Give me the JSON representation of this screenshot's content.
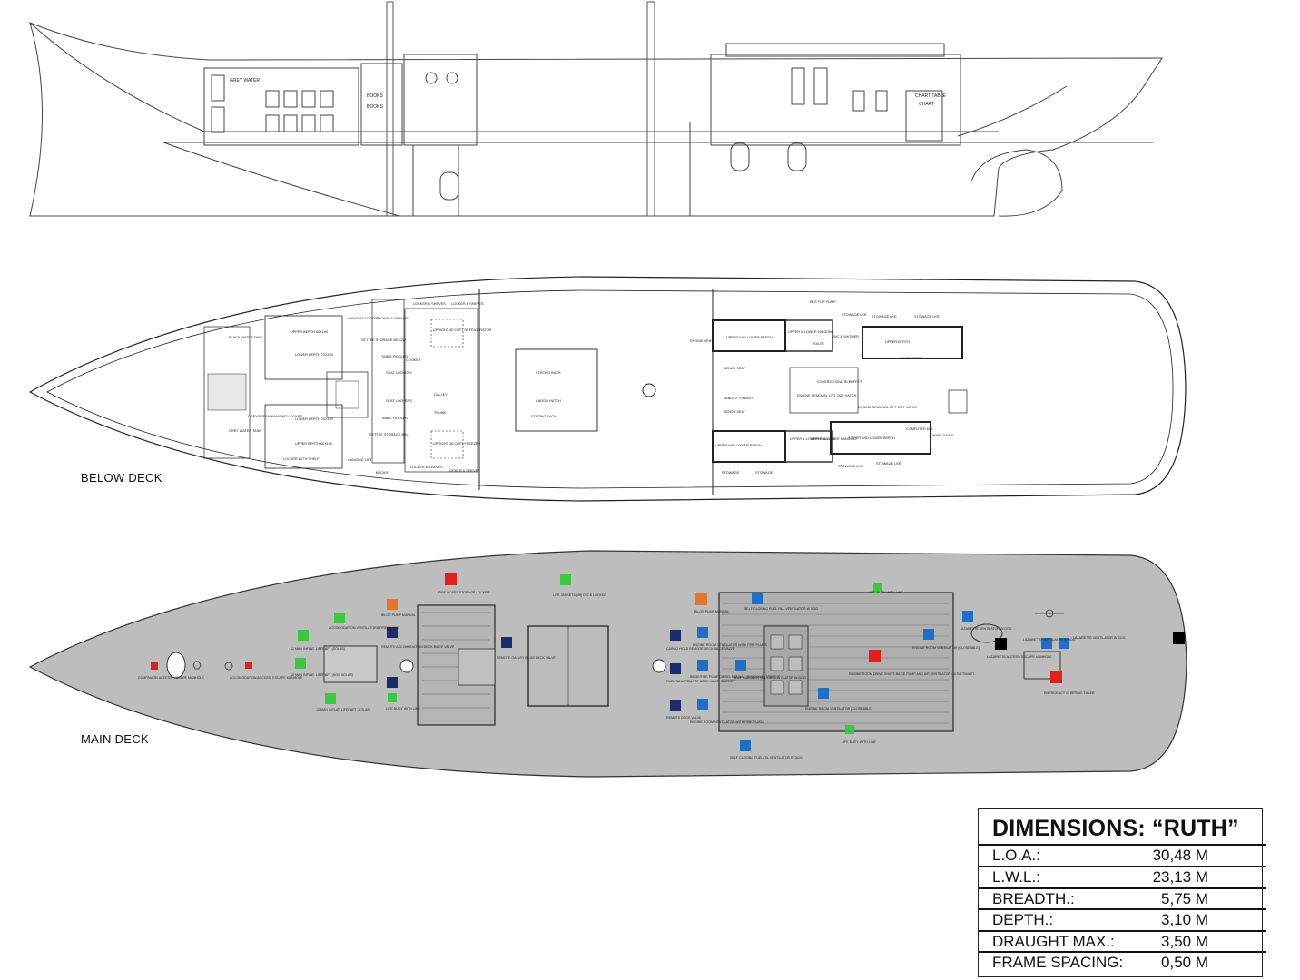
{
  "deck_labels": {
    "below_deck": "BELOW  DECK",
    "main_deck": "MAIN DECK"
  },
  "profile": {
    "labels": [
      "GREY WATER",
      "BOOKS",
      "BOOKS",
      "CHART TABLE",
      "CHART"
    ]
  },
  "below_deck": {
    "labels": [
      "LOCKER & SHEVES",
      "LOCKER & SHEVES",
      "HANGING LOCKER",
      "LOCKER & SHEVES",
      "UPPER BERTH 60X190",
      "SETTEE STORAGE BELOW",
      "TABLE FIDDLES",
      "LOWER BERTH 70X190",
      "SEAT LOCKERS",
      "SEAT LOCKERS",
      "TABLE FIDDLES",
      "SETTEE STORAGE BEL",
      "LOWER BERTH 70X190",
      "UPPER BERTH 60X190",
      "LOCKER WITH SHELF",
      "HANGING LKR",
      "BOOKS",
      "LOCKER & SHEVES",
      "LOCKER & SHEVES",
      "GALLEY",
      "TRUNK",
      "COOKER",
      "UPRIGHT 40 CUFT REFRIGERATOR",
      "UPRIGHT 40 CUFT FREEZER",
      "BLACK WATER TANK",
      "GREY WATER TANK",
      "GREY/FRESH HANGING LOCKER",
      "STRONG BACK",
      "CARGO HATCH",
      "STRONG BACK",
      "ENGINE VENT",
      "BES FOR PUMP",
      "STOWAGE LKR",
      "STOWAGE LKR",
      "STOWAGE LKR",
      "UPPER AND LOWER BERTH",
      "UPPER & LOWER HANGING",
      "TOILET",
      "WC & SHOWER",
      "UPPER BERTH",
      "LOWER BERTH",
      "BENCH SEAT",
      "TABLE 2\" FIDDLES",
      "BENCH SEAT",
      "COVERED SINK IN BUFFET",
      "ENGINE REMOVAL LIFT OUT HATCH",
      "ENGINE REMOVAL LIFT OUT HATCH",
      "UPPER AND LOWER BERTH",
      "UPPER & LOWER HANGING",
      "UPPER & LOWER HANGING",
      "UPPER AND LOWER BERTH",
      "CHART TABLE",
      "COMPUTER DEL",
      "STOWAGE",
      "STOWAGE",
      "STOWAGE LKR",
      "STOWAGE LKR"
    ]
  },
  "main_deck": {
    "labels": [
      "COMPANION ACCESS/ ESCAPE MANHOLE",
      "ACCOMODATION ACCESS/ ESCAPE MANHOLE",
      "ACCOMODATION VENTILATORS FIRE PLUGS",
      "12 MAN INFLAT. LIFERAFT (SOLAS)",
      "12 MAN INFLAT. LIFERAFT (NON SOLAS)",
      "12 MAN INFLAT. LIFERAFT (SOLAS)",
      "BILGE PUMP MANUAL",
      "REMOTE ACCOMODATION DECK BILGE VALVE",
      "LIFE BUOY WITH LINE",
      "FIRE HOSES STORAGE LOCKER",
      "LIFE JACKETS (40) DECK LOCKER",
      "REMOTE GALLEY BILGE DECK VALVE",
      "BILGE PUMP MANUAL",
      "CARGO HOLD REMOTE DECK BILGE VALVE",
      "FUEL TANK REMOTE DECK VALVE SHUTOFF",
      "REMOTE DECK VALVE",
      "ENGINE ROOM VENTILATOR WITH FIRE PLUGS",
      "BILGE/FIRE PUMP DIESEL MANUAL (SOLENOID) START 2\"",
      "ENGINE ROOM VENTILATOR WITH FIRE PLUGS",
      "SELF CLOSING FUEL FILL VENTILATOR W DOG",
      "SELF CLOSING FUEL OIL VENTILATOR W DOG",
      "ENGINE ROOM DRIVE SHAFT BILGE PUMP AND AIR VENTILATOR OUTLET/INLET",
      "ENGINE ROOM VENTILATOR (CLOSEABLE)",
      "ENGINE ROOM VENTILATOR (CLOSEABLE)",
      "LIFE BUOY WITH LINE",
      "LIFE BUOY WITH LINE",
      "SELF CLOSING FUEL OIL VENTILATOR W DOG",
      "LAZARETTE VENTILATOR W DOG",
      "LAZARETTE ACCESS/ ESCAPE MANHOLE",
      "LAZARETTE VENTILATOR W DOG",
      "LAZARETTE VENTILATOR W DOG",
      "EMERGENCY STEERING TILLER"
    ]
  },
  "colors": {
    "deck_grey": "#bdbdbd",
    "red_marker": "#e02020",
    "blue_marker": "#1e6fc8",
    "green_marker": "#3cc83c",
    "navy_marker": "#1c2b6b",
    "orange_marker": "#e2762a",
    "black_marker": "#000000"
  },
  "dimensions": {
    "title": "DIMENSIONS:  “RUTH”",
    "rows": [
      {
        "label": "L.O.A.:",
        "value": "30,48 M"
      },
      {
        "label": "L.W.L.:",
        "value": "23,13 M"
      },
      {
        "label": "BREADTH.:",
        "value": "5,75 M"
      },
      {
        "label": "DEPTH.:",
        "value": "3,10 M"
      },
      {
        "label": "DRAUGHT MAX.:",
        "value": "3,50 M"
      },
      {
        "label": "FRAME SPACING:",
        "value": "0,50 M"
      }
    ]
  }
}
